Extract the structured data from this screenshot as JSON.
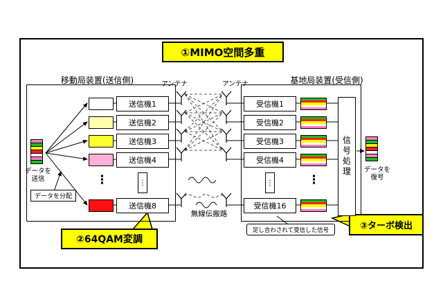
{
  "callouts": {
    "mimo": "①MIMO空間多重",
    "qam": "②64QAM変調",
    "turbo": "③ターボ検出"
  },
  "tx": {
    "group_label": "移動局装置(送信側)",
    "antenna_label": "アンテナ",
    "send_label": "データを送信",
    "distribute_label": "データを分配",
    "stack_colors": [
      "#ff80c0",
      "#22bb22",
      "#ffff00",
      "#ff2020",
      "#ffffff",
      "#ff80c0",
      "#22bb22"
    ],
    "rows": [
      {
        "label": "送信機1",
        "chip_color": "#ffffff"
      },
      {
        "label": "送信機2",
        "chip_color": "#ffffb0"
      },
      {
        "label": "送信機3",
        "chip_color": "#ffff30"
      },
      {
        "label": "送信機4",
        "chip_color": "#ffb0d8"
      },
      {
        "label": "送信機8",
        "chip_color": "#ff1010"
      }
    ]
  },
  "channel": {
    "label": "無線伝搬路",
    "received_label": "足し合わされて受信した信号"
  },
  "rx": {
    "group_label": "基地局装置(受信側)",
    "antenna_label": "アンテナ",
    "sp_label": "信号処理",
    "decode_label": "データを復号",
    "stripe_colors": [
      "#22bb22",
      "#ff2020",
      "#ffff00",
      "#ffffff",
      "#ff80c0"
    ],
    "stack_colors": [
      "#ff80c0",
      "#22bb22",
      "#ffff00",
      "#ff2020",
      "#ffffff",
      "#ff80c0",
      "#22bb22"
    ],
    "rows": [
      {
        "label": "受信機1"
      },
      {
        "label": "受信機2"
      },
      {
        "label": "受信機3"
      },
      {
        "label": "受信機4"
      },
      {
        "label": "受信機16"
      }
    ]
  },
  "misc": {
    "ellipsis": "⋮"
  }
}
